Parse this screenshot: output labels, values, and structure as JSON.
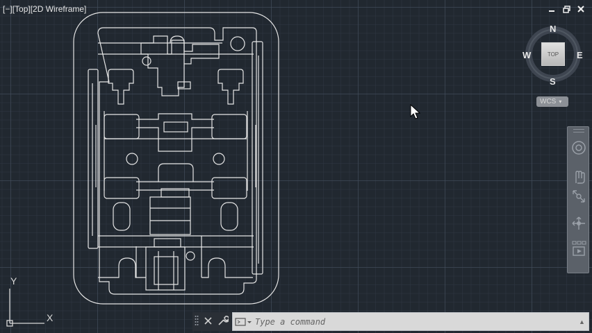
{
  "viewport": {
    "controls": [
      "[−]",
      "[Top]",
      "[2D Wireframe]"
    ]
  },
  "window_controls": {
    "minimize": "minimize",
    "restore": "restore",
    "close": "close"
  },
  "viewcube": {
    "north": "N",
    "south": "S",
    "east": "E",
    "west": "W",
    "face": "TOP",
    "wcs_label": "WCS"
  },
  "navbar": {
    "tools": [
      "steering-wheel-icon",
      "pan-icon",
      "zoom-extents-icon",
      "orbit-icon",
      "showmotion-icon"
    ]
  },
  "ucs": {
    "y_label": "Y",
    "x_label": "X"
  },
  "command_line": {
    "placeholder": "Type a command",
    "value": ""
  },
  "colors": {
    "background": "#212830",
    "linework": "#e6e6e6",
    "grid_major": "#46505f"
  }
}
